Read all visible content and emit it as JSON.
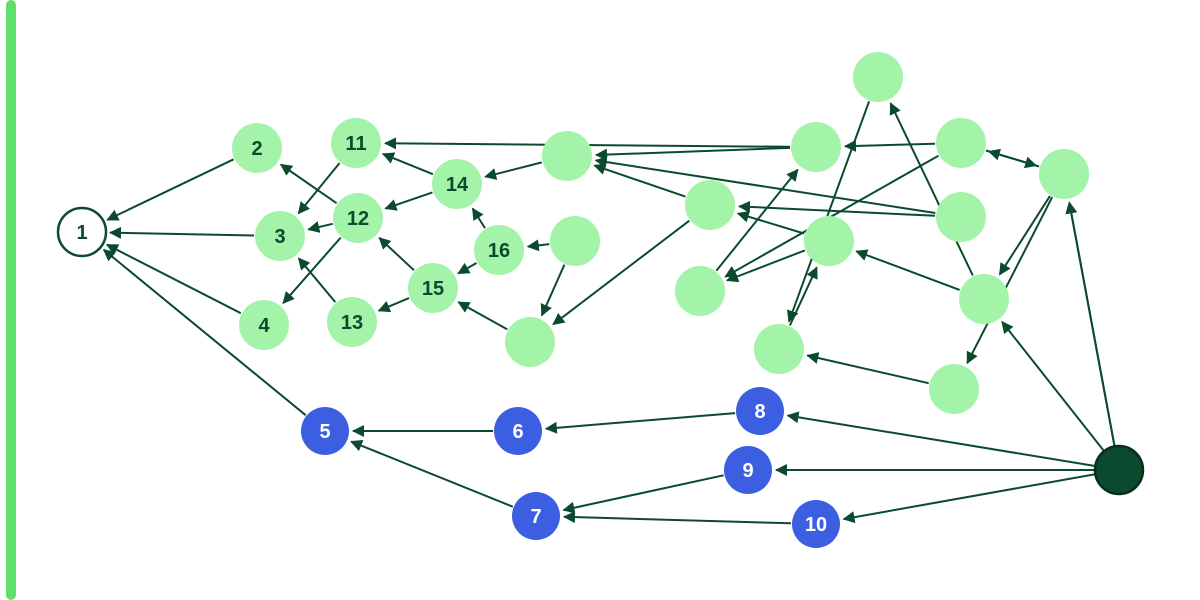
{
  "colors": {
    "edge": "#0b4a2e",
    "green_node": "#a3f3a9",
    "blue_node": "#3b5fe0",
    "source_node": "#0b4a2e",
    "target_fill": "#ffffff",
    "label_dark": "#0b4a2e",
    "label_light": "#ffffff",
    "accent_bar": "#5ee06a"
  },
  "diagram": {
    "nodes": [
      {
        "id": "n1",
        "label": "1",
        "kind": "target"
      },
      {
        "id": "n2",
        "label": "2",
        "kind": "green"
      },
      {
        "id": "n3",
        "label": "3",
        "kind": "green"
      },
      {
        "id": "n4",
        "label": "4",
        "kind": "green"
      },
      {
        "id": "n5",
        "label": "5",
        "kind": "blue"
      },
      {
        "id": "n6",
        "label": "6",
        "kind": "blue"
      },
      {
        "id": "n7",
        "label": "7",
        "kind": "blue"
      },
      {
        "id": "n8",
        "label": "8",
        "kind": "blue"
      },
      {
        "id": "n9",
        "label": "9",
        "kind": "blue"
      },
      {
        "id": "n10",
        "label": "10",
        "kind": "blue"
      },
      {
        "id": "n11",
        "label": "11",
        "kind": "green"
      },
      {
        "id": "n12",
        "label": "12",
        "kind": "green"
      },
      {
        "id": "n13",
        "label": "13",
        "kind": "green"
      },
      {
        "id": "n14",
        "label": "14",
        "kind": "green"
      },
      {
        "id": "n15",
        "label": "15",
        "kind": "green"
      },
      {
        "id": "n16",
        "label": "16",
        "kind": "green"
      },
      {
        "id": "a",
        "label": "",
        "kind": "green"
      },
      {
        "id": "b",
        "label": "",
        "kind": "green"
      },
      {
        "id": "c",
        "label": "",
        "kind": "green"
      },
      {
        "id": "d",
        "label": "",
        "kind": "green"
      },
      {
        "id": "e",
        "label": "",
        "kind": "green"
      },
      {
        "id": "f",
        "label": "",
        "kind": "green"
      },
      {
        "id": "g",
        "label": "",
        "kind": "green"
      },
      {
        "id": "h",
        "label": "",
        "kind": "green"
      },
      {
        "id": "i",
        "label": "",
        "kind": "green"
      },
      {
        "id": "j",
        "label": "",
        "kind": "green"
      },
      {
        "id": "k",
        "label": "",
        "kind": "green"
      },
      {
        "id": "l",
        "label": "",
        "kind": "green"
      },
      {
        "id": "m",
        "label": "",
        "kind": "green"
      },
      {
        "id": "n",
        "label": "",
        "kind": "green"
      },
      {
        "id": "o",
        "label": "",
        "kind": "green"
      },
      {
        "id": "src",
        "label": "",
        "kind": "source"
      }
    ],
    "edges": [
      [
        "n2",
        "n1"
      ],
      [
        "n3",
        "n1"
      ],
      [
        "n4",
        "n1"
      ],
      [
        "n5",
        "n1"
      ],
      [
        "n12",
        "n2"
      ],
      [
        "n11",
        "n3"
      ],
      [
        "n12",
        "n3"
      ],
      [
        "n13",
        "n3"
      ],
      [
        "n12",
        "n4"
      ],
      [
        "n14",
        "n12"
      ],
      [
        "n15",
        "n12"
      ],
      [
        "n15",
        "n13"
      ],
      [
        "n14",
        "n11"
      ],
      [
        "n16",
        "n15"
      ],
      [
        "n16",
        "n14"
      ],
      [
        "b",
        "n16"
      ],
      [
        "b",
        "c"
      ],
      [
        "a",
        "n14"
      ],
      [
        "c",
        "n15"
      ],
      [
        "e",
        "c"
      ],
      [
        "e",
        "a"
      ],
      [
        "d",
        "a"
      ],
      [
        "d",
        "n11"
      ],
      [
        "f",
        "d"
      ],
      [
        "g",
        "f"
      ],
      [
        "g",
        "e"
      ],
      [
        "j",
        "d"
      ],
      [
        "k",
        "j"
      ],
      [
        "k",
        "o"
      ],
      [
        "k",
        "i"
      ],
      [
        "k",
        "n"
      ],
      [
        "i",
        "h"
      ],
      [
        "h",
        "g"
      ],
      [
        "l",
        "h"
      ],
      [
        "n",
        "l"
      ],
      [
        "n",
        "g"
      ],
      [
        "m",
        "a"
      ],
      [
        "m",
        "e"
      ],
      [
        "j",
        "f"
      ],
      [
        "j",
        "o"
      ],
      [
        "src",
        "k"
      ],
      [
        "src",
        "n"
      ],
      [
        "src",
        "o"
      ],
      [
        "src",
        "n8"
      ],
      [
        "src",
        "n9"
      ],
      [
        "src",
        "n10"
      ],
      [
        "n8",
        "n6"
      ],
      [
        "n6",
        "n5"
      ],
      [
        "n7",
        "n5"
      ],
      [
        "n9",
        "n7"
      ],
      [
        "n10",
        "n7"
      ]
    ]
  }
}
